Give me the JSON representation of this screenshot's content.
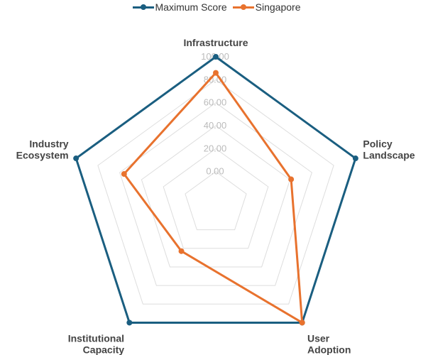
{
  "chart_data": {
    "type": "radar",
    "categories": [
      "Infrastructure",
      "Policy Landscape",
      "User Adoption",
      "Institutional Capacity",
      "Industry Ecosystem"
    ],
    "series": [
      {
        "name": "Maximum Score",
        "color": "#1a5e80",
        "values": [
          100,
          100,
          100,
          100,
          100
        ]
      },
      {
        "name": "Singapore",
        "color": "#e8722e",
        "values": [
          86,
          41,
          100,
          23,
          56
        ]
      }
    ],
    "ticks": [
      "0.00",
      "20.00",
      "40.00",
      "60.00",
      "80.00",
      "100.00"
    ],
    "rlim": [
      -28,
      100
    ],
    "grid": true,
    "legend_position": "top"
  }
}
